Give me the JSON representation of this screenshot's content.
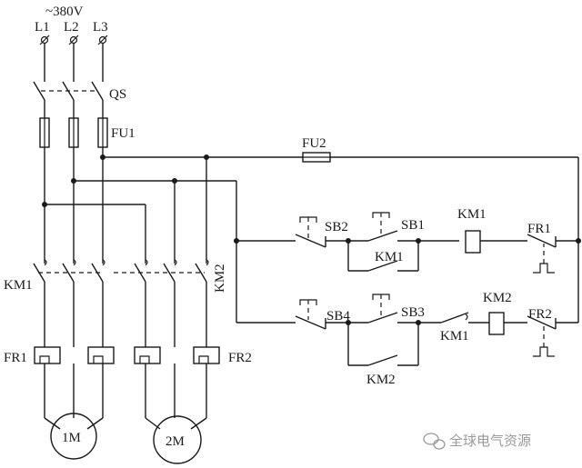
{
  "supply": {
    "voltage": "~380V",
    "phases": [
      "L1",
      "L2",
      "L3"
    ]
  },
  "labels": {
    "qs": "QS",
    "fu1": "FU1",
    "fu2": "FU2",
    "km1": "KM1",
    "km2": "KM2",
    "fr1": "FR1",
    "fr2": "FR2",
    "sb1": "SB1",
    "sb2": "SB2",
    "sb3": "SB3",
    "sb4": "SB4",
    "motor1": "1M",
    "motor2": "2M",
    "ctrl_km1_coil": "KM1",
    "ctrl_km1_contact": "KM1",
    "ctrl_km2_coil": "KM2",
    "ctrl_km2_contact": "KM2",
    "ctrl_km1_interlock": "KM1",
    "ctrl_fr1": "FR1",
    "ctrl_fr2": "FR2"
  },
  "watermark": {
    "text": "全球电气资源",
    "icon": "wechat-icon"
  }
}
